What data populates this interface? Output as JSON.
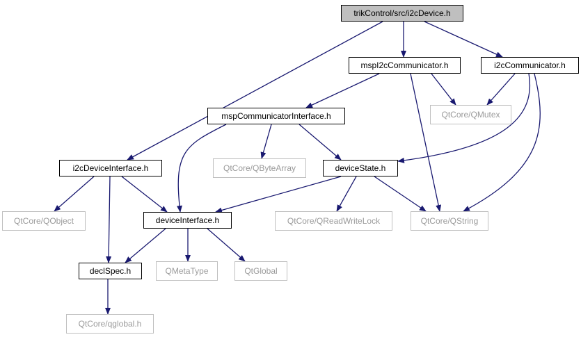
{
  "diagram": {
    "edge_color": "#191970",
    "node_colors": {
      "root_fill": "#bfbfbf",
      "local_border": "#000000",
      "external_border": "#bfbfbf",
      "external_text": "#9a9a9a"
    },
    "nodes": [
      {
        "id": "root",
        "label": "trikControl/src/i2cDevice.h",
        "kind": "root"
      },
      {
        "id": "msp",
        "label": "mspI2cCommunicator.h",
        "kind": "local"
      },
      {
        "id": "i2ccomm",
        "label": "i2cCommunicator.h",
        "kind": "local"
      },
      {
        "id": "qmutex",
        "label": "QtCore/QMutex",
        "kind": "external"
      },
      {
        "id": "mspci",
        "label": "mspCommunicatorInterface.h",
        "kind": "local"
      },
      {
        "id": "i2cdi",
        "label": "i2cDeviceInterface.h",
        "kind": "local"
      },
      {
        "id": "qbytearray",
        "label": "QtCore/QByteArray",
        "kind": "external"
      },
      {
        "id": "devstate",
        "label": "deviceState.h",
        "kind": "local"
      },
      {
        "id": "qobject",
        "label": "QtCore/QObject",
        "kind": "external"
      },
      {
        "id": "devif",
        "label": "deviceInterface.h",
        "kind": "local"
      },
      {
        "id": "qrwlock",
        "label": "QtCore/QReadWriteLock",
        "kind": "external"
      },
      {
        "id": "qstring",
        "label": "QtCore/QString",
        "kind": "external"
      },
      {
        "id": "declspec",
        "label": "declSpec.h",
        "kind": "local"
      },
      {
        "id": "qmetatype",
        "label": "QMetaType",
        "kind": "external"
      },
      {
        "id": "qtglobal",
        "label": "QtGlobal",
        "kind": "external"
      },
      {
        "id": "qglobalh",
        "label": "QtCore/qglobal.h",
        "kind": "external"
      }
    ],
    "edges": [
      {
        "from": "root",
        "to": "i2cdi"
      },
      {
        "from": "root",
        "to": "msp"
      },
      {
        "from": "root",
        "to": "i2ccomm"
      },
      {
        "from": "msp",
        "to": "mspci"
      },
      {
        "from": "msp",
        "to": "qmutex"
      },
      {
        "from": "msp",
        "to": "qstring"
      },
      {
        "from": "i2ccomm",
        "to": "qmutex"
      },
      {
        "from": "i2ccomm",
        "to": "devstate"
      },
      {
        "from": "i2ccomm",
        "to": "qstring"
      },
      {
        "from": "mspci",
        "to": "qbytearray"
      },
      {
        "from": "mspci",
        "to": "devstate"
      },
      {
        "from": "mspci",
        "to": "devif"
      },
      {
        "from": "i2cdi",
        "to": "qobject"
      },
      {
        "from": "i2cdi",
        "to": "devif"
      },
      {
        "from": "i2cdi",
        "to": "declspec"
      },
      {
        "from": "devstate",
        "to": "devif"
      },
      {
        "from": "devstate",
        "to": "qrwlock"
      },
      {
        "from": "devstate",
        "to": "qstring"
      },
      {
        "from": "devif",
        "to": "declspec"
      },
      {
        "from": "devif",
        "to": "qmetatype"
      },
      {
        "from": "devif",
        "to": "qtglobal"
      },
      {
        "from": "declspec",
        "to": "qglobalh"
      }
    ]
  }
}
